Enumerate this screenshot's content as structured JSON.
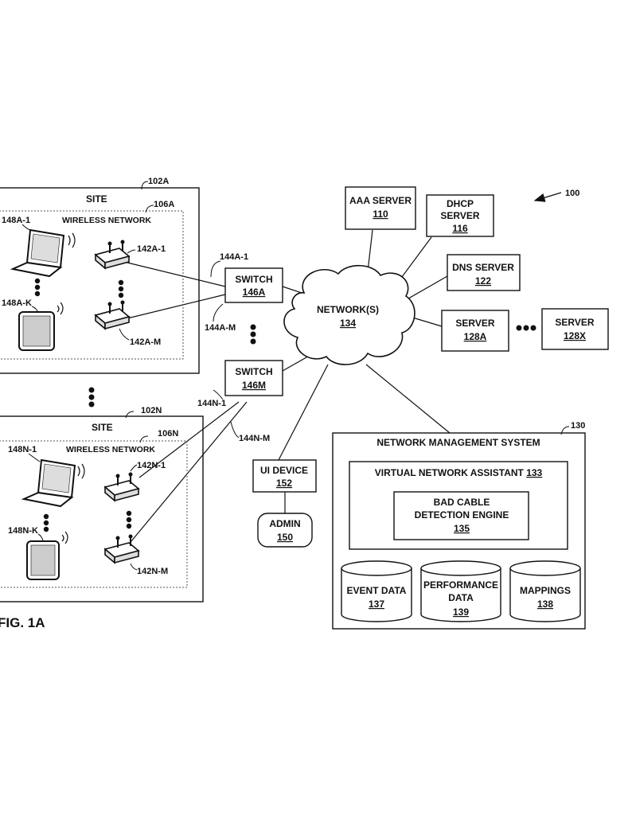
{
  "figure_label": "FIG. 1A",
  "ref_100": "100",
  "site_a": {
    "ref": "102A",
    "title": "SITE",
    "wireless_ref": "106A",
    "wireless_label": "WIRELESS NETWORK",
    "laptop_ref": "148A-1",
    "tablet_ref": "148A-K",
    "ap1_ref": "142A-1",
    "apm_ref": "142A-M"
  },
  "site_n": {
    "ref": "102N",
    "title": "SITE",
    "wireless_ref": "106N",
    "wireless_label": "WIRELESS NETWORK",
    "laptop_ref": "148N-1",
    "tablet_ref": "148N-K",
    "ap1_ref": "142N-1",
    "apm_ref": "142N-M"
  },
  "links": {
    "a1": "144A-1",
    "am": "144A-M",
    "n1": "144N-1",
    "nm": "144N-M"
  },
  "switch_a": {
    "label": "SWITCH",
    "num": "146A"
  },
  "switch_m": {
    "label": "SWITCH",
    "num": "146M"
  },
  "network": {
    "label": "NETWORK(S)",
    "num": "134"
  },
  "aaa": {
    "label": "AAA SERVER",
    "num": "110"
  },
  "dhcp": {
    "line1": "DHCP",
    "line2": "SERVER",
    "num": "116"
  },
  "dns": {
    "label": "DNS SERVER",
    "num": "122"
  },
  "server_a": {
    "label": "SERVER",
    "num": "128A"
  },
  "server_x": {
    "label": "SERVER",
    "num": "128X"
  },
  "ui_device": {
    "label": "UI DEVICE",
    "num": "152"
  },
  "admin": {
    "label": "ADMIN",
    "num": "150"
  },
  "nms": {
    "ref": "130",
    "title": "NETWORK MANAGEMENT SYSTEM",
    "vna_label": "VIRTUAL NETWORK ASSISTANT ",
    "vna_num": "133",
    "engine_line1": "BAD CABLE",
    "engine_line2": "DETECTION ENGINE",
    "engine_num": "135",
    "event_label": "EVENT DATA",
    "event_num": "137",
    "perf_line1": "PERFORMANCE",
    "perf_line2": "DATA",
    "perf_num": "139",
    "map_label": "MAPPINGS",
    "map_num": "138"
  }
}
